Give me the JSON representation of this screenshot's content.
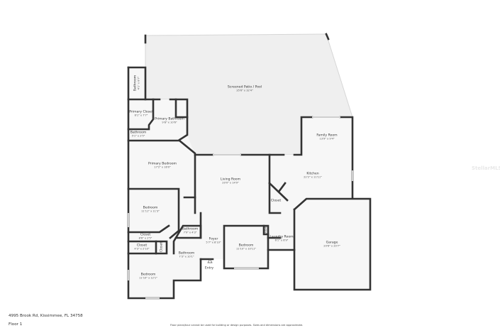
{
  "footer": {
    "address": "4995 Brook Rd, Kissimmee, FL 34758",
    "floor": "Floor 1",
    "disclaimer": "Floor plans/tour cannot be used for building or design purposes. Sizes and dimensions are approximate."
  },
  "watermark": "StellarMLS",
  "colors": {
    "wall": "#333333",
    "patio_fill": "#efefef",
    "floor_fill": "#f6f6f6",
    "window": "#cfcfcf"
  },
  "rooms": {
    "patio": {
      "name": "Screened Patio / Pool",
      "dims": "35'6\" x 32'4\""
    },
    "bath_top": {
      "name": "Bathroom",
      "dims": "4'1\" x 8'7\""
    },
    "primary_closet": {
      "name": "Primary Closet",
      "dims": "6'1\" x 7'7\""
    },
    "primary_bath": {
      "name": "Primary Bathroom",
      "dims": "9'8\" x 10'6\""
    },
    "bath_small": {
      "name": "Bathroom",
      "dims": "5'1\" x 2'5\""
    },
    "primary_bed": {
      "name": "Primary Bedroom",
      "dims": "17'2\" x 16'0\""
    },
    "bedroom1": {
      "name": "Bedroom",
      "dims": "11'11\" x 11'3\""
    },
    "closet1": {
      "name": "Closet",
      "dims": "8'6\" x 2'5\""
    },
    "closet2": {
      "name": "Closet",
      "dims": "4'3\" x 2'10\""
    },
    "closet3": {
      "name": "Closet"
    },
    "bedroom2": {
      "name": "Bedroom",
      "dims": "11'10\" x 12'1\""
    },
    "bath_hall": {
      "name": "Bathroom",
      "dims": "7'9\" x 4'3\""
    },
    "bath_hall2": {
      "name": "Bathroom",
      "dims": "7'3\" x 10'1\""
    },
    "foyer": {
      "name": "Foyer",
      "dims": "5'7\" x 8'10\""
    },
    "entry": {
      "name": "Entry"
    },
    "bedroom3": {
      "name": "Bedroom",
      "dims": "11'10\" x 10'11\""
    },
    "closet4": {
      "name": "Closet"
    },
    "laundry": {
      "name": "Laundry Room",
      "dims": "6'1\" x 6'9\""
    },
    "garage": {
      "name": "Garage",
      "dims": "20'6\" x 20'7\""
    },
    "closet5": {
      "name": "Closet"
    },
    "kitchen": {
      "name": "Kitchen",
      "dims": "22'2\" x 11'11\""
    },
    "family": {
      "name": "Family Room",
      "dims": "13'9\" x 9'4\""
    },
    "living": {
      "name": "Living Room",
      "dims": "20'0\" x 14'9\""
    }
  }
}
